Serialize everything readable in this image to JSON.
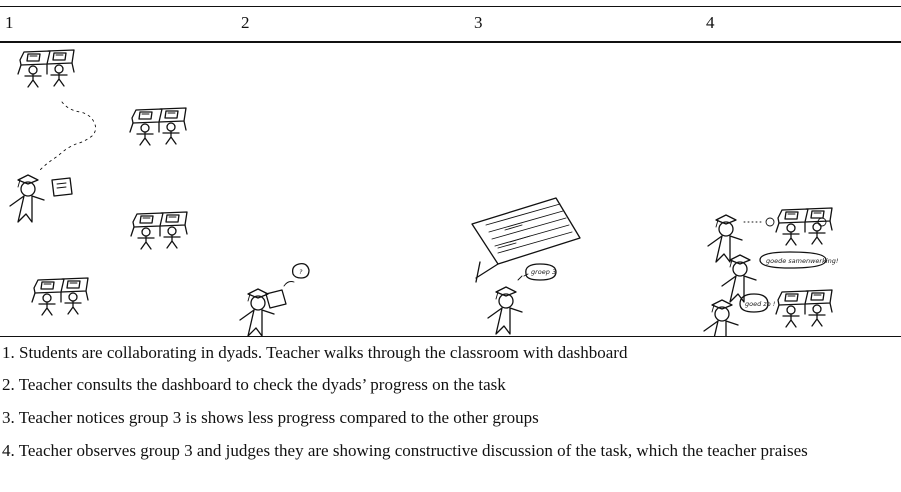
{
  "columns": [
    "1",
    "2",
    "3",
    "4"
  ],
  "illustration": {
    "bubble_panel4_top": "goede samenwerking!",
    "bubble_panel4_bottom": "goed zo !",
    "bubble_panel3": "groep 3"
  },
  "captions": [
    "1. Students are collaborating in dyads. Teacher walks through the classroom with dashboard",
    "2. Teacher consults the dashboard to check the dyads’ progress on the task",
    "3. Teacher notices group 3 is shows less progress compared to the other groups",
    "4. Teacher observes group 3 and judges they are showing constructive discussion of the task, which the teacher praises"
  ]
}
